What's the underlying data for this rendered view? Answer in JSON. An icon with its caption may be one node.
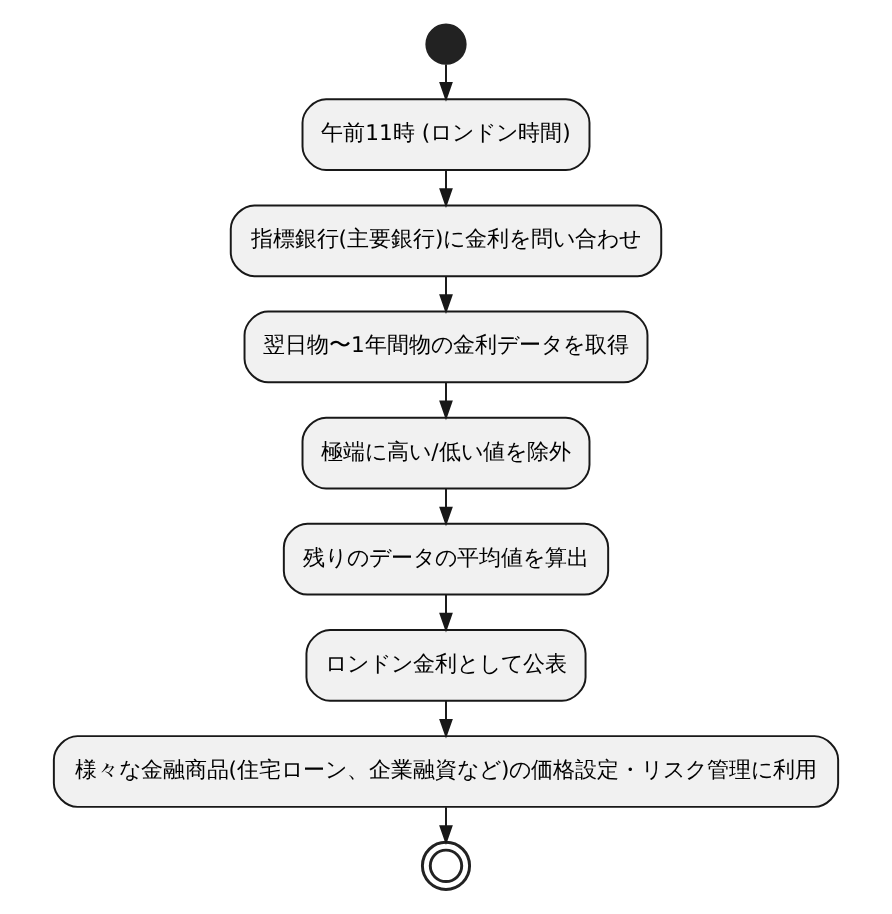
{
  "diagram": {
    "nodes": [
      {
        "text": [],
        "shape": "circle"
      },
      {
        "text": [
          "午前11時 (ロンドン時間)"
        ]
      },
      {
        "text": [
          "指標銀行(主要銀行)に金利を問い合わせ"
        ]
      },
      {
        "text": [
          "翌日物〜1年間物の金利データを取得"
        ]
      },
      {
        "text": [
          "極端に高い/低い値を除外"
        ]
      },
      {
        "text": [
          "残りのデータの平均値を算出"
        ]
      },
      {
        "text": [
          "ロンドン金利として公表"
        ]
      },
      {
        "text": [
          "様々な金融商品(住宅ローン、企業融資など)の価格設定・リスク管理に利用"
        ]
      },
      {
        "text": [],
        "shape": "circle"
      }
    ],
    "edges": [
      {
        "from": 0,
        "to": 1,
        "arrow": "to"
      },
      {
        "from": 1,
        "to": 2,
        "arrow": "to"
      },
      {
        "from": 2,
        "to": 3,
        "arrow": "to"
      },
      {
        "from": 3,
        "to": 4,
        "arrow": "to"
      },
      {
        "from": 4,
        "to": 5,
        "arrow": "to"
      },
      {
        "from": 5,
        "to": 6,
        "arrow": "to"
      },
      {
        "from": 6,
        "to": 7,
        "arrow": "to"
      },
      {
        "from": 7,
        "to": 8,
        "arrow": "to"
      }
    ]
  }
}
